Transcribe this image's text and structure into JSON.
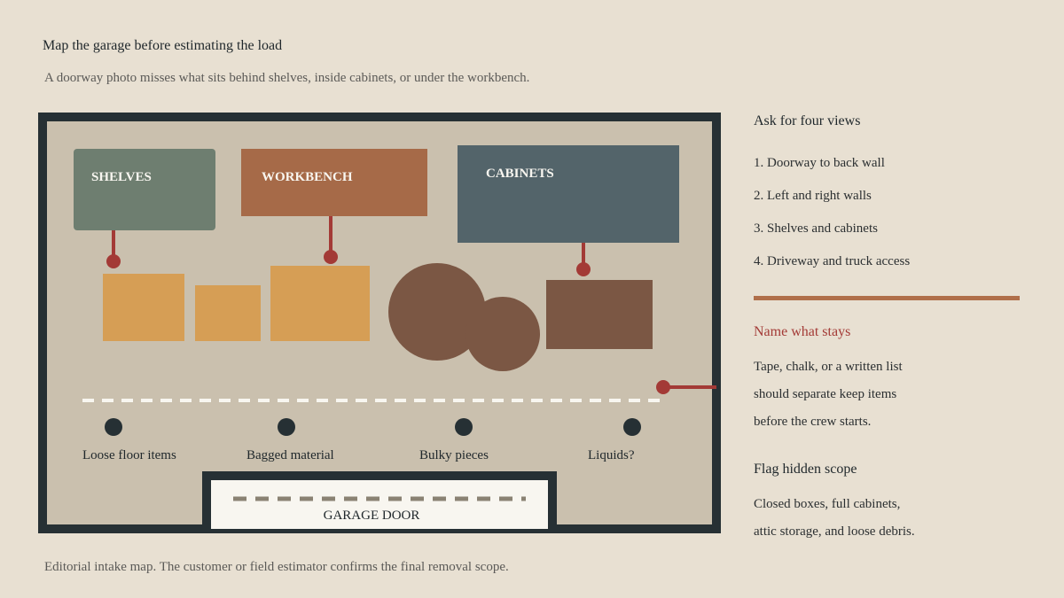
{
  "header": {
    "title": "Map the garage before estimating the load",
    "subtitle": "A doorway photo misses what sits behind shelves, inside cabinets, or under the workbench."
  },
  "diagram": {
    "zones": [
      {
        "label": "SHELVES",
        "color": "#6e7e70"
      },
      {
        "label": "WORKBENCH",
        "color": "#a66a48"
      },
      {
        "label": "CABINETS",
        "color": "#53646a"
      }
    ],
    "categories": [
      {
        "label": "Loose floor items"
      },
      {
        "label": "Bagged material"
      },
      {
        "label": "Bulky pieces"
      },
      {
        "label": "Liquids?"
      }
    ],
    "garage_door_label": "GARAGE DOOR",
    "colors": {
      "wall": "#263034",
      "floor": "#cac0ae",
      "box": "#d69e55",
      "furniture": "#7b5744",
      "pin": "#a33a36",
      "door_panel": "#f8f6f0",
      "door_dash": "#8a8273",
      "floor_dash": "#f8f6f0",
      "dot": "#263034"
    }
  },
  "sidebar": {
    "views_heading": "Ask for four views",
    "views": [
      "1. Doorway to back wall",
      "2. Left and right walls",
      "3. Shelves and cabinets",
      "4. Driveway and truck access"
    ],
    "divider_color": "#b06f4a",
    "stays_heading": "Name what stays",
    "stays_heading_color": "#a33a36",
    "stays_lines": [
      "Tape, chalk, or a written list",
      "should separate keep items",
      "before the crew starts."
    ],
    "hidden_heading": "Flag hidden scope",
    "hidden_lines": [
      "Closed boxes, full cabinets,",
      "attic storage, and loose debris."
    ]
  },
  "footer": {
    "note": "Editorial intake map. The customer or field estimator confirms the final removal scope."
  }
}
